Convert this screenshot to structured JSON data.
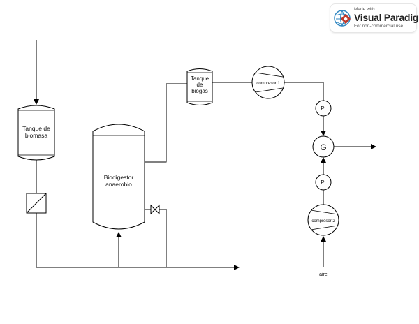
{
  "watermark": {
    "made_with": "Made with",
    "brand": "Visual Paradigm",
    "note": "For non-commercial use",
    "colors": {
      "red": "#c0392b",
      "blue": "#2e86c1"
    }
  },
  "diagram": {
    "biomass_tank": [
      "Tanque de",
      "biomasa"
    ],
    "biodigester": [
      "Biodigestor",
      "anaerobio"
    ],
    "biogas_tank": [
      "Tanque",
      "de",
      "biogas"
    ],
    "compressor_1": "compresor 1",
    "compressor_2": "compresor 2",
    "pi_top": "PI",
    "pi_bottom": "PI",
    "generator": "G",
    "air": "aire",
    "line_color": "#000000"
  }
}
